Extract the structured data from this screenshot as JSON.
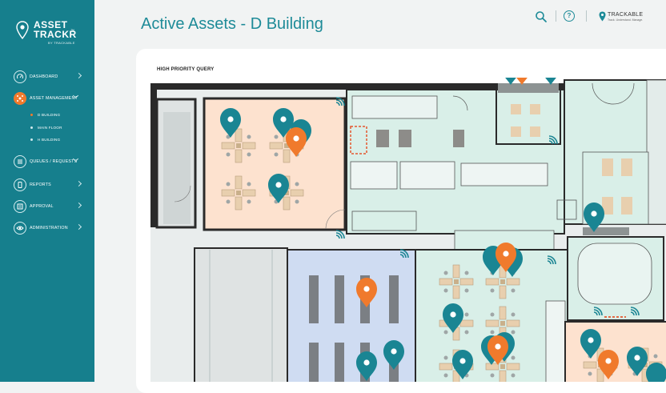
{
  "app": {
    "logo_line1": "ASSET",
    "logo_line2": "TRACKR",
    "logo_tm": "™",
    "logo_by": "BY TRACKABLE"
  },
  "sidebar": {
    "items": [
      {
        "label": "DASHBOARD",
        "icon": "gauge-icon"
      },
      {
        "label": "ASSET MANAGEMENT",
        "icon": "network-icon",
        "active": true
      },
      {
        "label": "QUEUES / REQUESTS",
        "icon": "queue-icon"
      },
      {
        "label": "REPORTS",
        "icon": "phone-icon"
      },
      {
        "label": "APPROVAL",
        "icon": "approval-icon"
      },
      {
        "label": "ADMINISTRATION",
        "icon": "eye-icon"
      }
    ],
    "sub_items": [
      {
        "label": "D BUILDING",
        "active": true
      },
      {
        "label": "MAIN FLOOR"
      },
      {
        "label": "H BUILDING"
      }
    ]
  },
  "header": {
    "title": "Active Assets - D Building",
    "brand_name": "TRACKABLE",
    "brand_tagline": "Track. Understand. Manage."
  },
  "map": {
    "label": "HIGH PRIORITY QUERY"
  },
  "colors": {
    "sidebar": "#167f8d",
    "accent": "#1e8b98",
    "marker_teal": "#1a8593",
    "marker_orange": "#f07a2c",
    "room_orange": "#fde2cf",
    "room_blue": "#cfdcf2",
    "room_green": "#d9efe8"
  }
}
